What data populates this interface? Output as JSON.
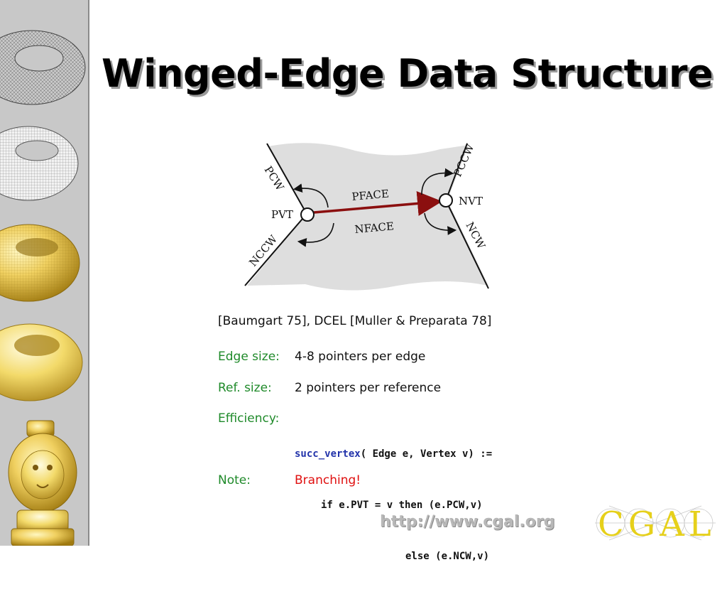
{
  "slide": {
    "title": "Winged-Edge Data Structure"
  },
  "diagram": {
    "labels": {
      "pcw": "PCW",
      "pvt": "PVT",
      "nccw": "NCCW",
      "pface": "PFACE",
      "nface": "NFACE",
      "pccw": "PCCW",
      "nvt": "NVT",
      "ncw": "NCW"
    },
    "colors": {
      "edge": "#8b0f0f",
      "face": "#dedede"
    }
  },
  "content": {
    "reference": "[Baumgart 75], DCEL [Muller & Preparata 78]",
    "edge_size": {
      "label": "Edge size:",
      "value": "4-8 pointers per edge"
    },
    "ref_size": {
      "label": "Ref. size:",
      "value": "2 pointers per reference"
    },
    "efficiency": {
      "label": "Efficiency:",
      "fn_name": "succ_vertex",
      "line1_rest": "( Edge e, Vertex v) :=",
      "line2": "if e.PVT = v then (e.PCW,v)",
      "line3": "else (e.NCW,v)"
    },
    "note": {
      "label": "Note:",
      "value": "Branching!"
    },
    "colors": {
      "label": "#1f8a2a",
      "note": "#e01010",
      "function": "#2233aa"
    }
  },
  "footer": {
    "url": "http://www.cgal.org",
    "logo_text": "CGAL"
  }
}
